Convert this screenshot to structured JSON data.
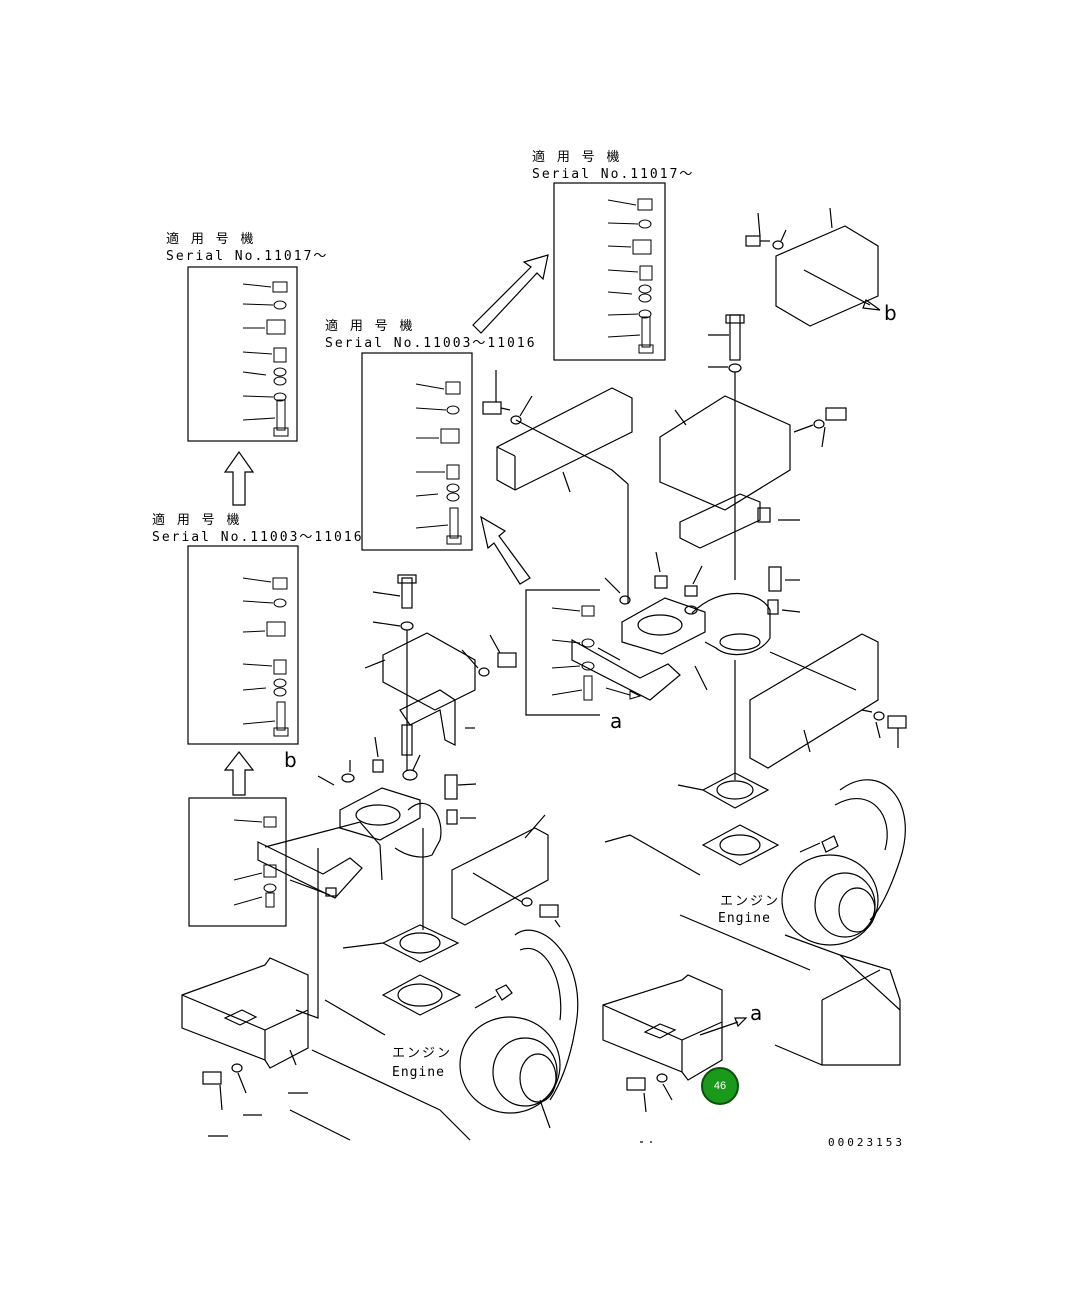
{
  "variants": [
    {
      "label_jp": "適 用 号 機",
      "serial": "Serial No.11017～"
    },
    {
      "label_jp": "適 用 号 機",
      "serial": "Serial No.11003～11016"
    },
    {
      "label_jp": "適 用 号 機",
      "serial": "Serial No.11017～"
    },
    {
      "label_jp": "適 用 号 機",
      "serial": "Serial No.11003～11016"
    }
  ],
  "engine_labels": [
    {
      "jp": "エンジン",
      "en": "Engine"
    },
    {
      "jp": "エンジン",
      "en": "Engine"
    }
  ],
  "view_markers": {
    "a": "a",
    "b": "b"
  },
  "callout": {
    "number": "46",
    "color": "#1a9a1a"
  },
  "drawing_number": "00023153"
}
